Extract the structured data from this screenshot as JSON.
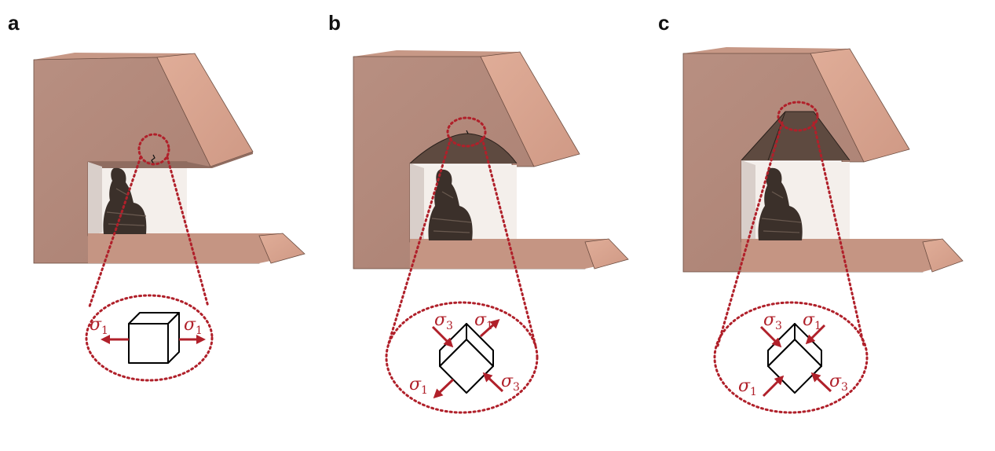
{
  "panels": [
    {
      "label": "a",
      "stress_labels": [
        {
          "sym": "σ",
          "sub": "1"
        },
        {
          "sym": "σ",
          "sub": "1"
        }
      ]
    },
    {
      "label": "b",
      "stress_labels": [
        {
          "sym": "σ",
          "sub": "3"
        },
        {
          "sym": "σ",
          "sub": "1"
        },
        {
          "sym": "σ",
          "sub": "1"
        },
        {
          "sym": "σ",
          "sub": "3"
        }
      ]
    },
    {
      "label": "c",
      "stress_labels": [
        {
          "sym": "σ",
          "sub": "3"
        },
        {
          "sym": "σ",
          "sub": "1"
        },
        {
          "sym": "σ",
          "sub": "1"
        },
        {
          "sym": "σ",
          "sub": "3"
        }
      ]
    }
  ],
  "colors": {
    "rock_front": "#b48a7c",
    "rock_side": "#d9a48e",
    "rock_top": "#c99a88",
    "niche_interior": "#f2ece8",
    "cavity": "#5e4a40",
    "stress": "#b0202a",
    "statue": "#3b302a"
  }
}
